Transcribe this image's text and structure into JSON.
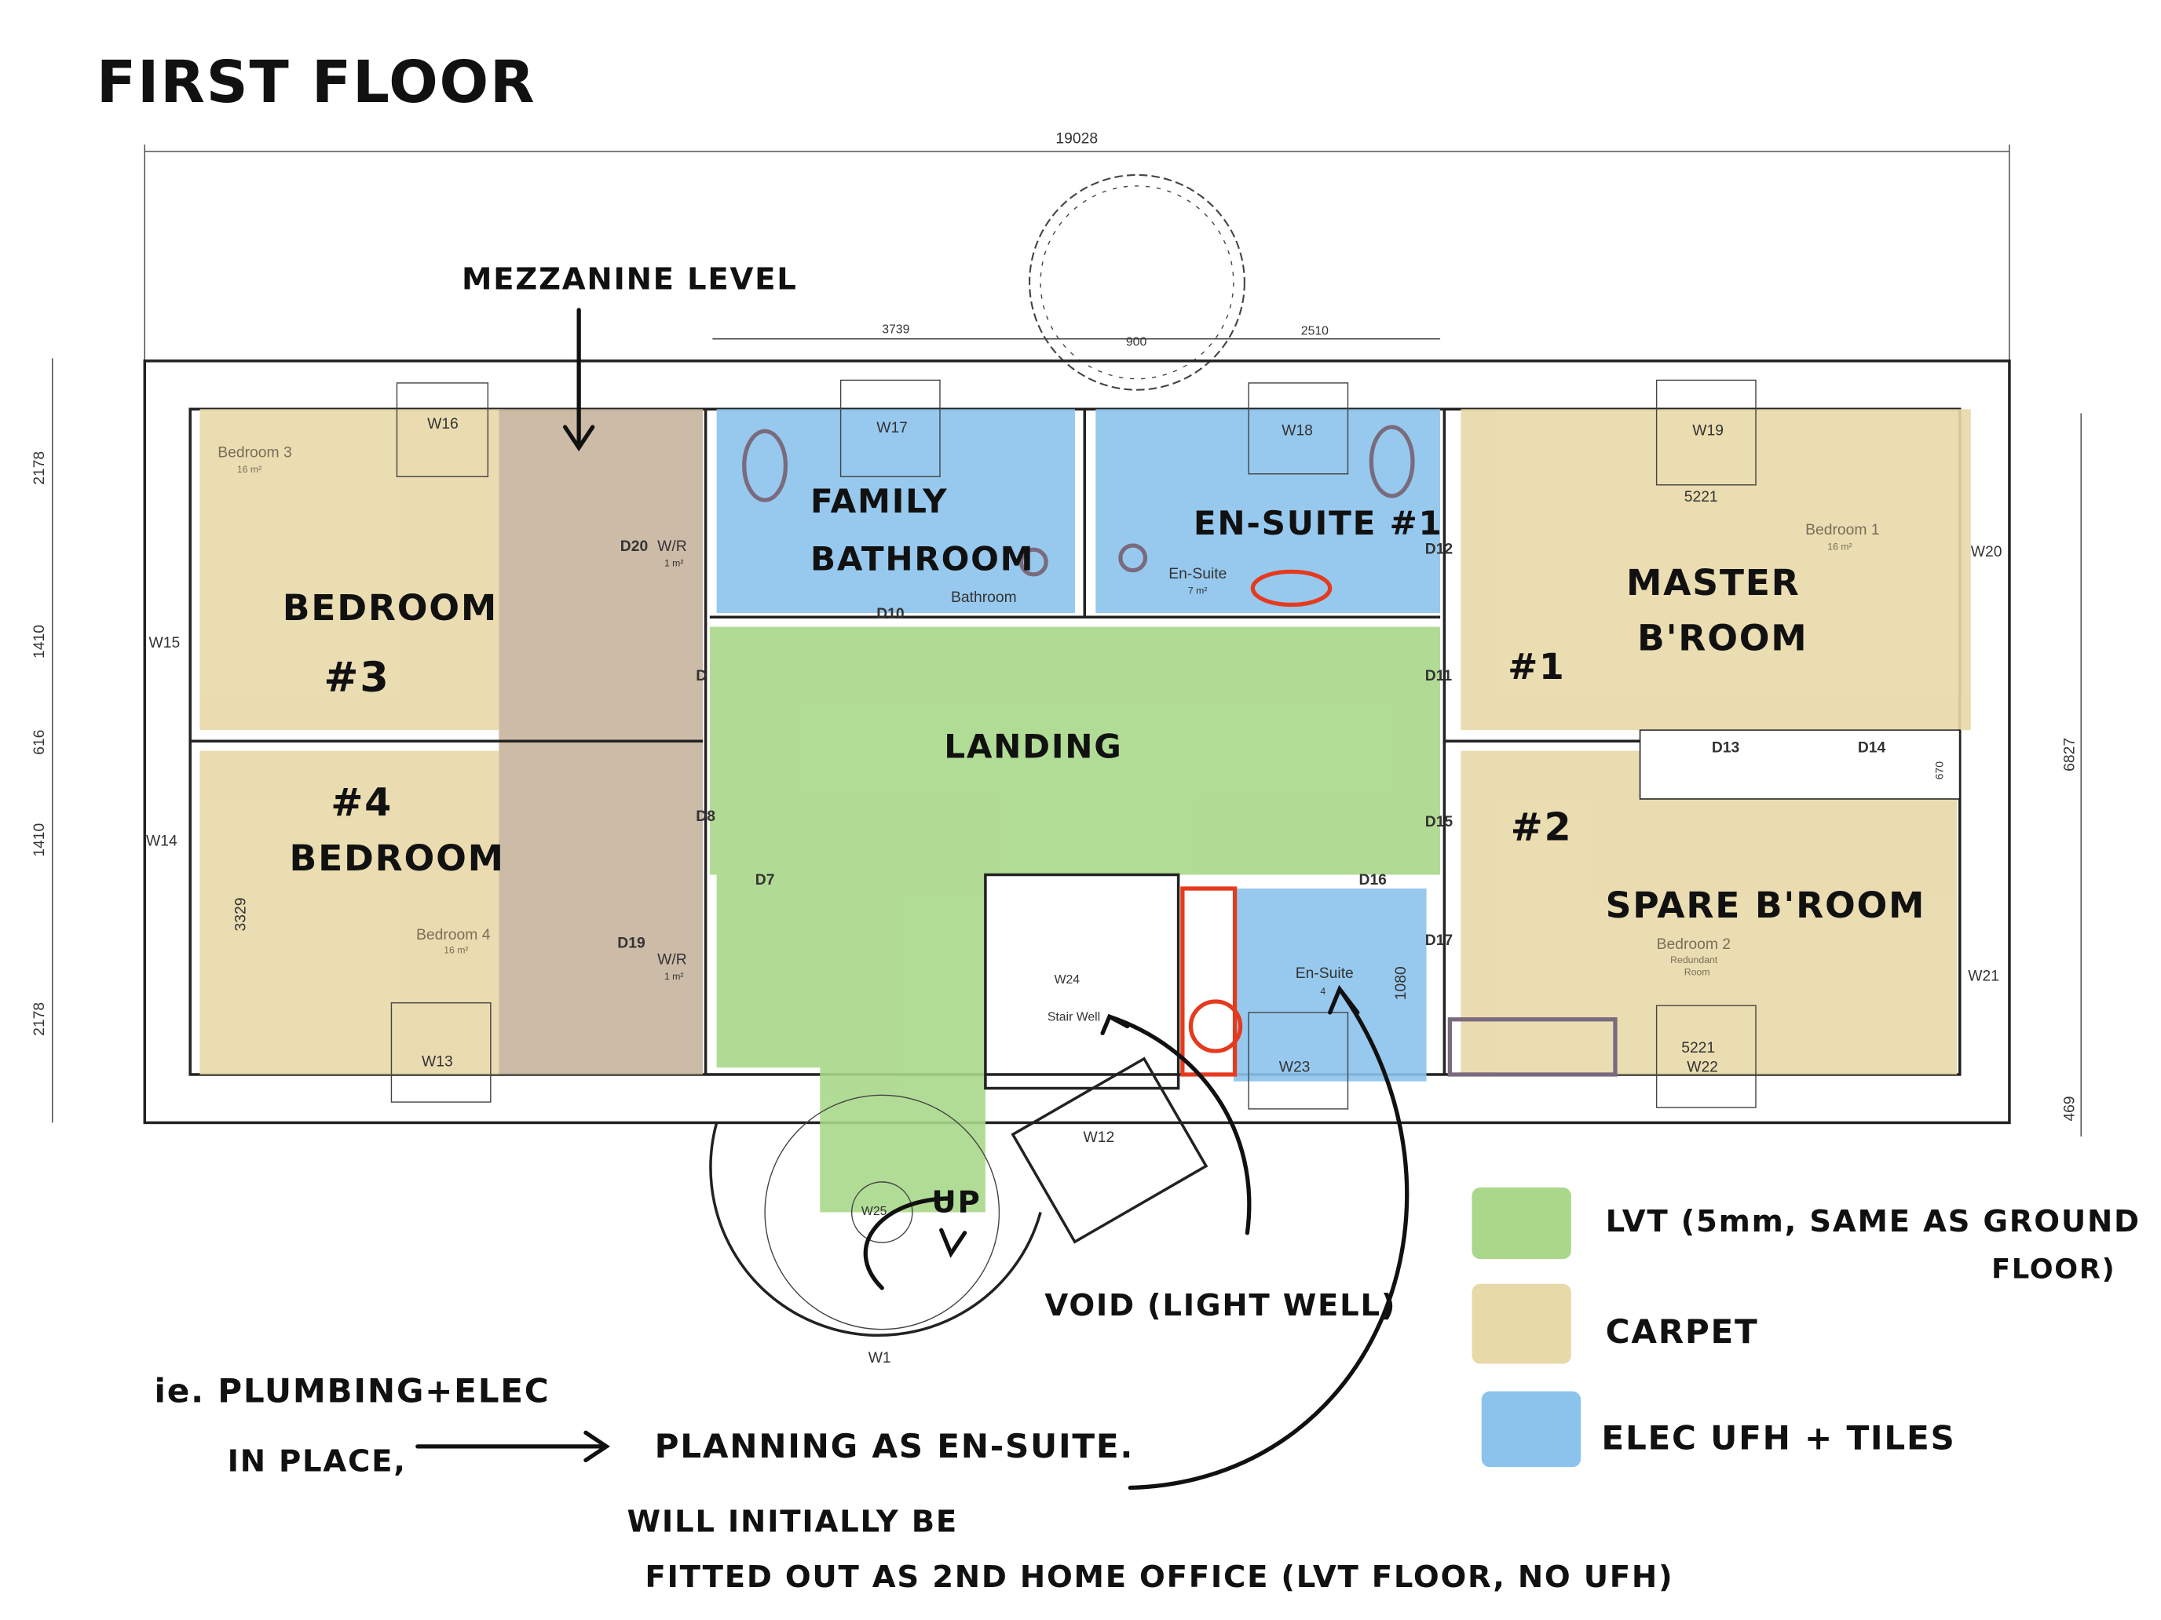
{
  "title": "FIRST FLOOR",
  "dimensions": {
    "overall_width": "19028",
    "top": [
      "3739",
      "900",
      "2510"
    ],
    "left": [
      "2178",
      "1410",
      "616",
      "1410",
      "2178"
    ],
    "right": [
      "6827",
      "469"
    ],
    "misc": [
      "5221",
      "3329",
      "1080",
      "670",
      "5221"
    ]
  },
  "handwritten_rooms": {
    "bedroom3": [
      "BEDROOM",
      "#3"
    ],
    "bedroom4": [
      "#4",
      "BEDROOM"
    ],
    "family_bath": [
      "FAMILY",
      "BATHROOM"
    ],
    "ensuite1": "EN-SUITE #1",
    "master": [
      "MASTER",
      "B'ROOM"
    ],
    "spare": "SPARE B'ROOM",
    "landing": "LANDING",
    "door1": "#1",
    "door2": "#2",
    "up": "UP"
  },
  "cad_labels": {
    "windows": [
      "W16",
      "W17",
      "W18",
      "W19",
      "W20",
      "W21",
      "W22",
      "W23",
      "W13",
      "W14",
      "W15",
      "W24",
      "W12",
      "W25",
      "W1"
    ],
    "stairwell": "Stair Well",
    "doors": [
      "D20",
      "D19",
      "D8",
      "D7",
      "D10",
      "D11",
      "D12",
      "D13",
      "D14",
      "D15",
      "D16",
      "D17",
      "D"
    ],
    "wr": "W/R",
    "wr_area": "1 m²",
    "bedroom3": [
      "Bedroom 3",
      "16 m²"
    ],
    "bedroom4": [
      "Bedroom 4",
      "16 m²"
    ],
    "bedroom1": [
      "Bedroom 1",
      "16 m²"
    ],
    "bathroom": "Bathroom",
    "ensuite": [
      "En-Suite",
      "7 m²"
    ],
    "ensuite2": [
      "En-Suite",
      "4"
    ],
    "bedroom2": [
      "Bedroom 2",
      "Redundant",
      "Room"
    ]
  },
  "annotations": {
    "mezzanine": "MEZZANINE LEVEL",
    "void": "VOID (LIGHT WELL)",
    "ie": [
      "ie. PLUMBING+ELEC",
      "IN PLACE,"
    ],
    "planning": "PLANNING AS EN-SUITE.",
    "will": [
      "WILL INITIALLY BE",
      "FITTED OUT AS 2ND HOME OFFICE (LVT FLOOR, NO UFH)"
    ]
  },
  "legend": [
    {
      "label": "LVT (5mm, SAME AS GROUND",
      "label2": "FLOOR)",
      "color": "#a9d88a"
    },
    {
      "label": "CARPET",
      "color": "#e8d9a8"
    },
    {
      "label": "ELEC UFH + TILES",
      "color": "#8cc3ec"
    }
  ]
}
